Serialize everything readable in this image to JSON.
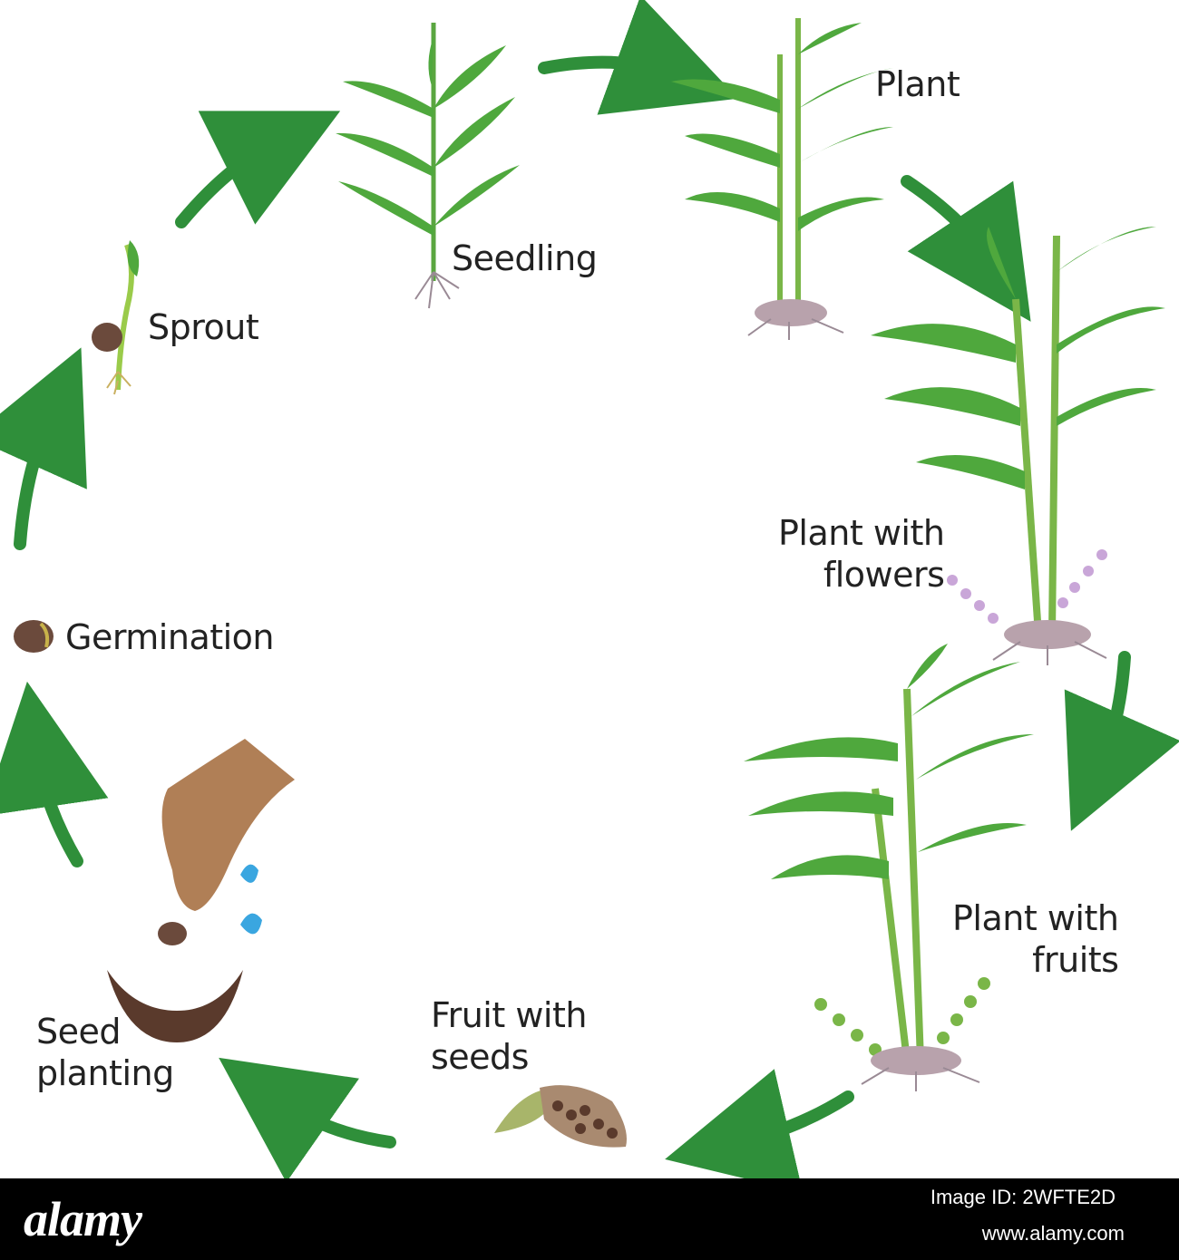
{
  "diagram": {
    "stages": {
      "sprout": "Sprout",
      "seedling": "Seedling",
      "plant": "Plant",
      "plant_with_flowers": [
        "Plant with",
        "flowers"
      ],
      "plant_with_fruits": [
        "Plant with",
        "fruits"
      ],
      "fruit_with_seeds": [
        "Fruit with",
        "seeds"
      ],
      "seed_planting": [
        "Seed",
        "planting"
      ],
      "germination": "Germination"
    },
    "colors": {
      "arrow": "#2f8f3a",
      "leaf": "#4fa83d",
      "stem": "#7ab648",
      "root": "#9a8a95",
      "seed": "#6b4a3c",
      "water": "#3aa6e0",
      "hand": "#b07f56"
    }
  },
  "footer": {
    "brand": "alamy",
    "image_code": "Image ID: 2WFTE2D",
    "url": "www.alamy.com"
  }
}
